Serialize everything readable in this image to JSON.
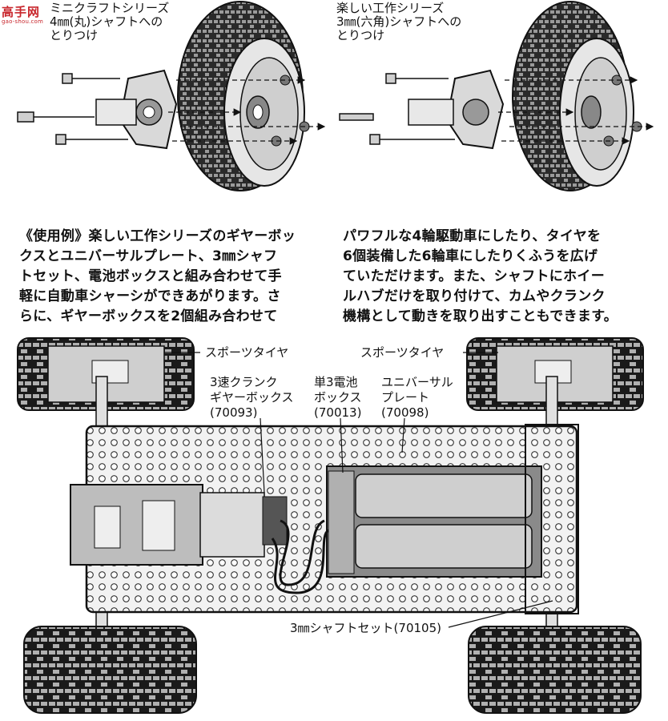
{
  "watermark": {
    "main": "高手网",
    "sub": "gao-shou.com"
  },
  "top_left": {
    "title_lines": [
      "ミニクラフトシリーズ",
      "4㎜(丸)シャフトへの",
      "とりつけ"
    ]
  },
  "top_right": {
    "title_lines": [
      "楽しい工作シリーズ",
      "3㎜(六角)シャフトへの",
      "とりつけ"
    ]
  },
  "usage": {
    "left_lines": [
      "《使用例》楽しい工作シリーズのギヤーボッ",
      "クスとユニバーサルプレート、3㎜シャフ",
      "トセット、電池ボックスと組み合わせて手",
      "軽に自動車シャーシができあがります。さ",
      "らに、ギヤーボックスを2個組み合わせて"
    ],
    "right_lines": [
      "パワフルな4輪駆動車にしたり、タイヤを",
      "6個装備した6輪車にしたりくふうを広げ",
      "ていただけます。また、シャフトにホイー",
      "ルハブだけを取り付けて、カムやクランク",
      "機構として動きを取り出すこともできます。"
    ]
  },
  "chassis": {
    "tire_left_label": "スポーツタイヤ",
    "tire_right_label": "スポーツタイヤ",
    "gearbox_lines": [
      "3速クランク",
      "ギヤーボックス",
      "(70093)"
    ],
    "battery_lines": [
      "単3電池",
      "ボックス",
      "(70013)"
    ],
    "plate_lines": [
      "ユニバーサル",
      "プレート",
      "(70098)"
    ],
    "shaft_label": "3㎜シャフトセット(70105)"
  }
}
